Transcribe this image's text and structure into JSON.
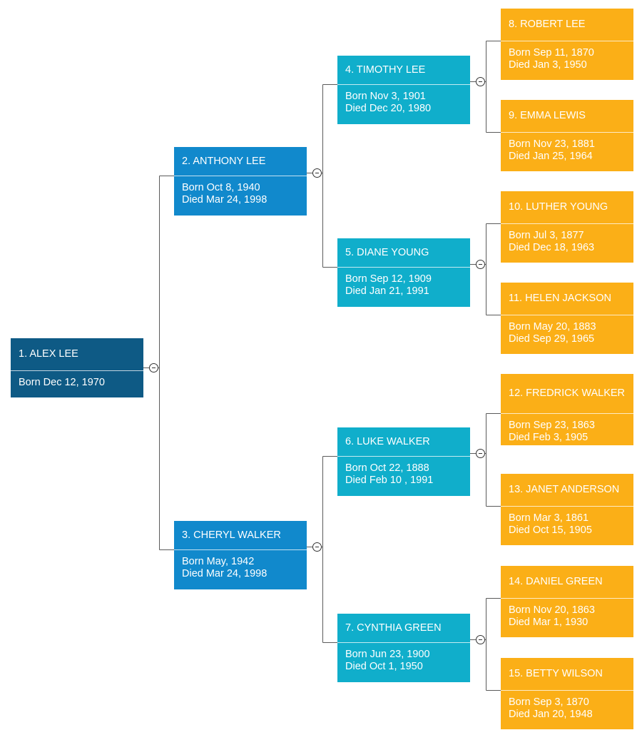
{
  "colors": {
    "generation1": "#0e5a85",
    "generation2": "#1189cc",
    "generation3": "#10aecb",
    "generation4": "#fbaf17",
    "connector": "#5a5a5a"
  },
  "people": [
    {
      "id": 1,
      "label": "1. ALEX LEE",
      "born": "Born Dec 12, 1970",
      "died": ""
    },
    {
      "id": 2,
      "label": "2. ANTHONY LEE",
      "born": "Born Oct 8, 1940",
      "died": "Died Mar 24, 1998"
    },
    {
      "id": 3,
      "label": "3. CHERYL WALKER",
      "born": "Born May, 1942",
      "died": "Died Mar 24, 1998"
    },
    {
      "id": 4,
      "label": "4. TIMOTHY LEE",
      "born": "Born Nov 3, 1901",
      "died": "Died Dec 20, 1980"
    },
    {
      "id": 5,
      "label": "5. DIANE YOUNG",
      "born": "Born Sep 12, 1909",
      "died": "Died Jan 21, 1991"
    },
    {
      "id": 6,
      "label": "6. LUKE WALKER",
      "born": "Born Oct 22, 1888",
      "died": "Died Feb 10 , 1991"
    },
    {
      "id": 7,
      "label": "7. CYNTHIA GREEN",
      "born": "Born Jun 23, 1900",
      "died": "Died Oct 1, 1950"
    },
    {
      "id": 8,
      "label": "8. ROBERT LEE",
      "born": "Born Sep 11, 1870",
      "died": "Died Jan 3, 1950"
    },
    {
      "id": 9,
      "label": "9. EMMA LEWIS",
      "born": "Born Nov 23, 1881",
      "died": "Died Jan 25, 1964"
    },
    {
      "id": 10,
      "label": "10. LUTHER YOUNG",
      "born": "Born Jul 3, 1877",
      "died": "Died Dec 18, 1963"
    },
    {
      "id": 11,
      "label": "11. HELEN JACKSON",
      "born": "Born May 20, 1883",
      "died": "Died Sep 29, 1965"
    },
    {
      "id": 12,
      "label": "12. FREDRICK WALKER",
      "born": "Born Sep 23, 1863",
      "died": "Died Feb 3, 1905"
    },
    {
      "id": 13,
      "label": "13. JANET ANDERSON",
      "born": "Born Mar 3, 1861",
      "died": "Died Oct 15, 1905"
    },
    {
      "id": 14,
      "label": "14. DANIEL GREEN",
      "born": "Born Nov 20, 1863",
      "died": "Died Mar 1, 1930"
    },
    {
      "id": 15,
      "label": "15. BETTY WILSON",
      "born": "Born Sep 3, 1870",
      "died": "Died Jan 20, 1948"
    }
  ]
}
